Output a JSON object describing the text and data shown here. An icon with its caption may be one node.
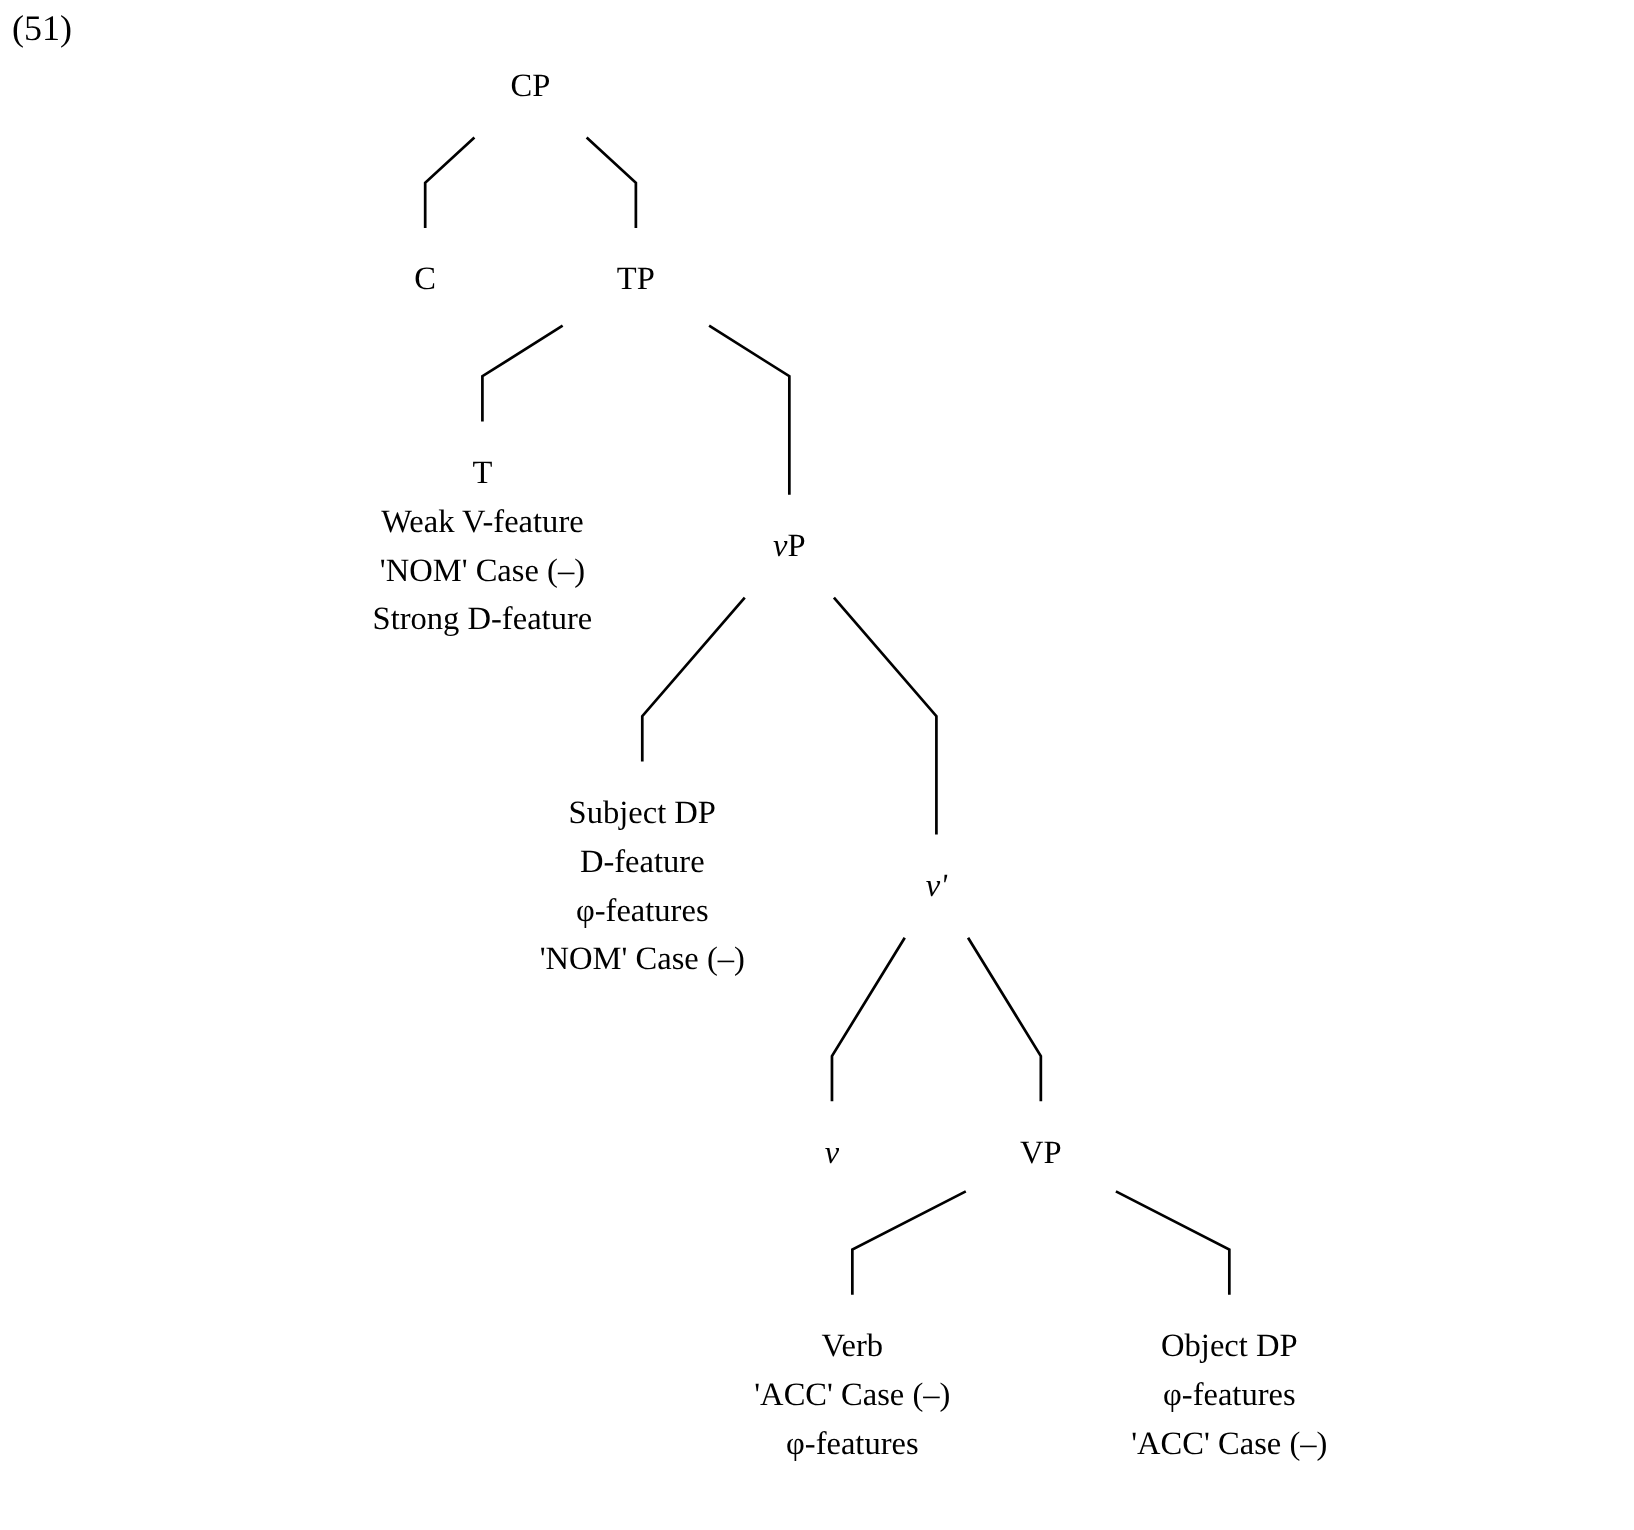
{
  "diagram": {
    "nodes": [
      {
        "text": [
          "CP"
        ]
      },
      {
        "text": [
          "C"
        ]
      },
      {
        "text": [
          "TP"
        ]
      },
      {
        "text": [
          "T",
          "Weak V-feature",
          "'NOM' Case (–)",
          "Strong D-feature"
        ]
      },
      {
        "text": [
          "vP"
        ]
      },
      {
        "text": [
          "Subject DP",
          "D-feature",
          "φ-features",
          "'NOM' Case (–)"
        ]
      },
      {
        "text": [
          "v'"
        ]
      },
      {
        "text": [
          "v"
        ]
      },
      {
        "text": [
          "VP"
        ]
      },
      {
        "text": [
          "Verb",
          "'ACC' Case (–)",
          "φ-features"
        ]
      },
      {
        "text": [
          "Object DP",
          "φ-features",
          "'ACC' Case (–)"
        ]
      }
    ],
    "edges": [
      {
        "from": 0,
        "to": 1,
        "arrow": "none"
      },
      {
        "from": 0,
        "to": 2,
        "arrow": "none"
      },
      {
        "from": 2,
        "to": 3,
        "arrow": "none"
      },
      {
        "from": 2,
        "to": 4,
        "arrow": "none"
      },
      {
        "from": 4,
        "to": 5,
        "arrow": "none"
      },
      {
        "from": 4,
        "to": 6,
        "arrow": "none"
      },
      {
        "from": 6,
        "to": 7,
        "arrow": "none"
      },
      {
        "from": 6,
        "to": 8,
        "arrow": "none"
      },
      {
        "from": 8,
        "to": 9,
        "arrow": "none"
      },
      {
        "from": 8,
        "to": 10,
        "arrow": "none"
      }
    ],
    "labels": [
      "(51)"
    ]
  }
}
